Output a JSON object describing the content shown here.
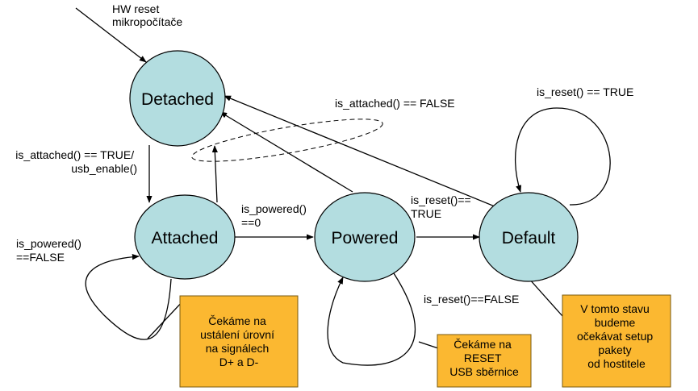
{
  "colors": {
    "state_fill": "#b3dde0",
    "note_fill": "#fbb831",
    "line": "#000000"
  },
  "states": {
    "detached": "Detached",
    "attached": "Attached",
    "powered": "Powered",
    "default": "Default"
  },
  "transitions": {
    "hw_reset": [
      "HW reset",
      "mikropočítače"
    ],
    "attach_enable": [
      "is_attached() == TRUE/",
      "usb_enable()"
    ],
    "attached_false": "is_attached() == FALSE",
    "powered_zero": [
      "is_powered()",
      "==0"
    ],
    "powered_false": [
      "is_powered()",
      "==FALSE"
    ],
    "reset_true_top": "is_reset() == TRUE",
    "reset_true_mid": [
      "is_reset()==",
      "TRUE"
    ],
    "reset_false": "is_reset()==FALSE"
  },
  "notes": {
    "wait_levels": [
      "Čekáme na",
      "ustálení úrovní",
      "na signálech",
      "D+ a D-"
    ],
    "wait_reset": [
      "Čekáme na",
      "RESET",
      "USB sběrnice"
    ],
    "default_note": [
      "V tomto stavu",
      "budeme",
      "očekávat setup",
      "pakety",
      "od hostitele"
    ]
  }
}
